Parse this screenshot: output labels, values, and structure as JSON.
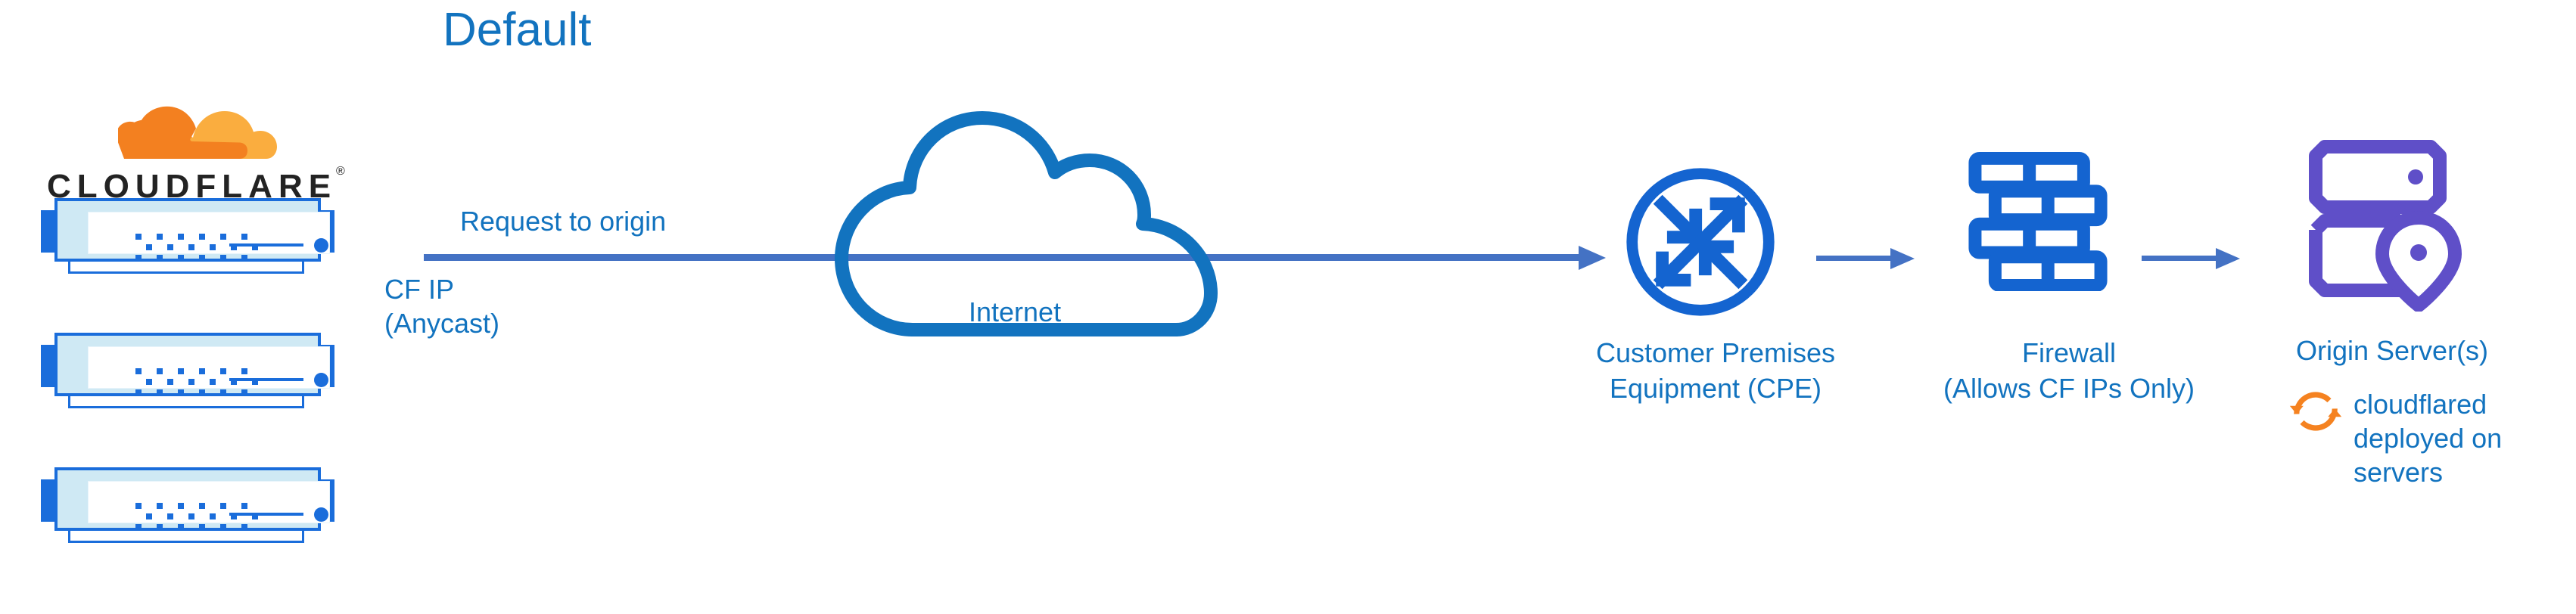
{
  "title": "Default",
  "colors": {
    "title_blue": "#1273bf",
    "label_blue": "#1273bf",
    "arrow_blue": "#4472c4",
    "icon_blue": "#1464d0",
    "rack_blue": "#1a6ddb",
    "rack_fill": "#cfe9f4",
    "origin_purple": "#5f4fc8",
    "cloudflare_orange": "#f38020",
    "cloudflare_orange_light": "#faad3f",
    "wordmark_black": "#232323"
  },
  "logo": {
    "wordmark": "CLOUDFLARE",
    "registered_mark": "®",
    "icon_name": "cloudflare-cloud-logo"
  },
  "servers": {
    "count": 3,
    "icon_name": "server-rack-icon"
  },
  "flow": {
    "request_label": "Request to origin",
    "cf_ip_label_line1": "CF IP",
    "cf_ip_label_line2": "(Anycast)",
    "arrow_icon_name": "right-arrow-icon"
  },
  "internet": {
    "label": "Internet",
    "icon_name": "cloud-outline-icon"
  },
  "cpe": {
    "label_line1": "Customer Premises",
    "label_line2": "Equipment (CPE)",
    "icon_name": "router-four-arrows-icon"
  },
  "firewall": {
    "label_line1": "Firewall",
    "label_line2": "(Allows CF IPs Only)",
    "icon_name": "brick-wall-icon"
  },
  "origin": {
    "label": "Origin Server(s)",
    "icon_name": "server-location-pin-icon",
    "note_line1": "cloudflared",
    "note_line2": "deployed on",
    "note_line3": "servers",
    "note_icon_name": "sync-circular-arrows-icon"
  }
}
